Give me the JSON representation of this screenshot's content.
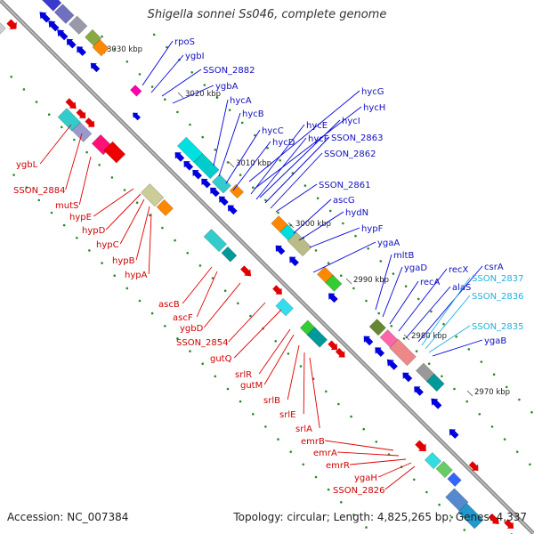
{
  "title": "Shigella sonnei Ss046, complete genome",
  "footer": {
    "accession": "Accession: NC_007384",
    "summary": "Topology: circular; Length: 4,825,265 bp; Genes: 4,337"
  },
  "colors": {
    "forward": "#e00000",
    "reverse": "#0000dd",
    "forward_label": "#d00000",
    "reverse_label": "#1010c0",
    "cyan_label": "#20b0e0",
    "backbone": "#8a8a8a",
    "tick": "#2a8a2a"
  },
  "ruler": [
    "3030 kbp",
    "3020 kbp",
    "3010 kbp",
    "3000 kbp",
    "2990 kbp",
    "2980 kbp",
    "2970 kbp"
  ],
  "labels_forward": [
    "ygbL",
    "SSON_2884",
    "mutS",
    "hypE",
    "hypD",
    "hypC",
    "hypB",
    "hypA",
    "ascB",
    "ascF",
    "ygbD",
    "SSON_2854",
    "gutQ",
    "srlR",
    "gutM",
    "srlB",
    "srlE",
    "srlA",
    "emrB",
    "emrA",
    "emrR",
    "ygaH",
    "SSON_2826"
  ],
  "labels_reverse": [
    "rpoS",
    "ygbI",
    "SSON_2882",
    "ygbA",
    "hycA",
    "hycB",
    "hycC",
    "hycD",
    "hycE",
    "hycF",
    "hycG",
    "hycH",
    "hycI",
    "SSON_2863",
    "SSON_2862",
    "SSON_2861",
    "ascG",
    "hydN",
    "hypF",
    "ygaA",
    "mltB",
    "ygaD",
    "recA",
    "recX",
    "alaS",
    "csrA",
    "SSON_2837",
    "SSON_2836",
    "SSON_2835",
    "ygaB"
  ]
}
